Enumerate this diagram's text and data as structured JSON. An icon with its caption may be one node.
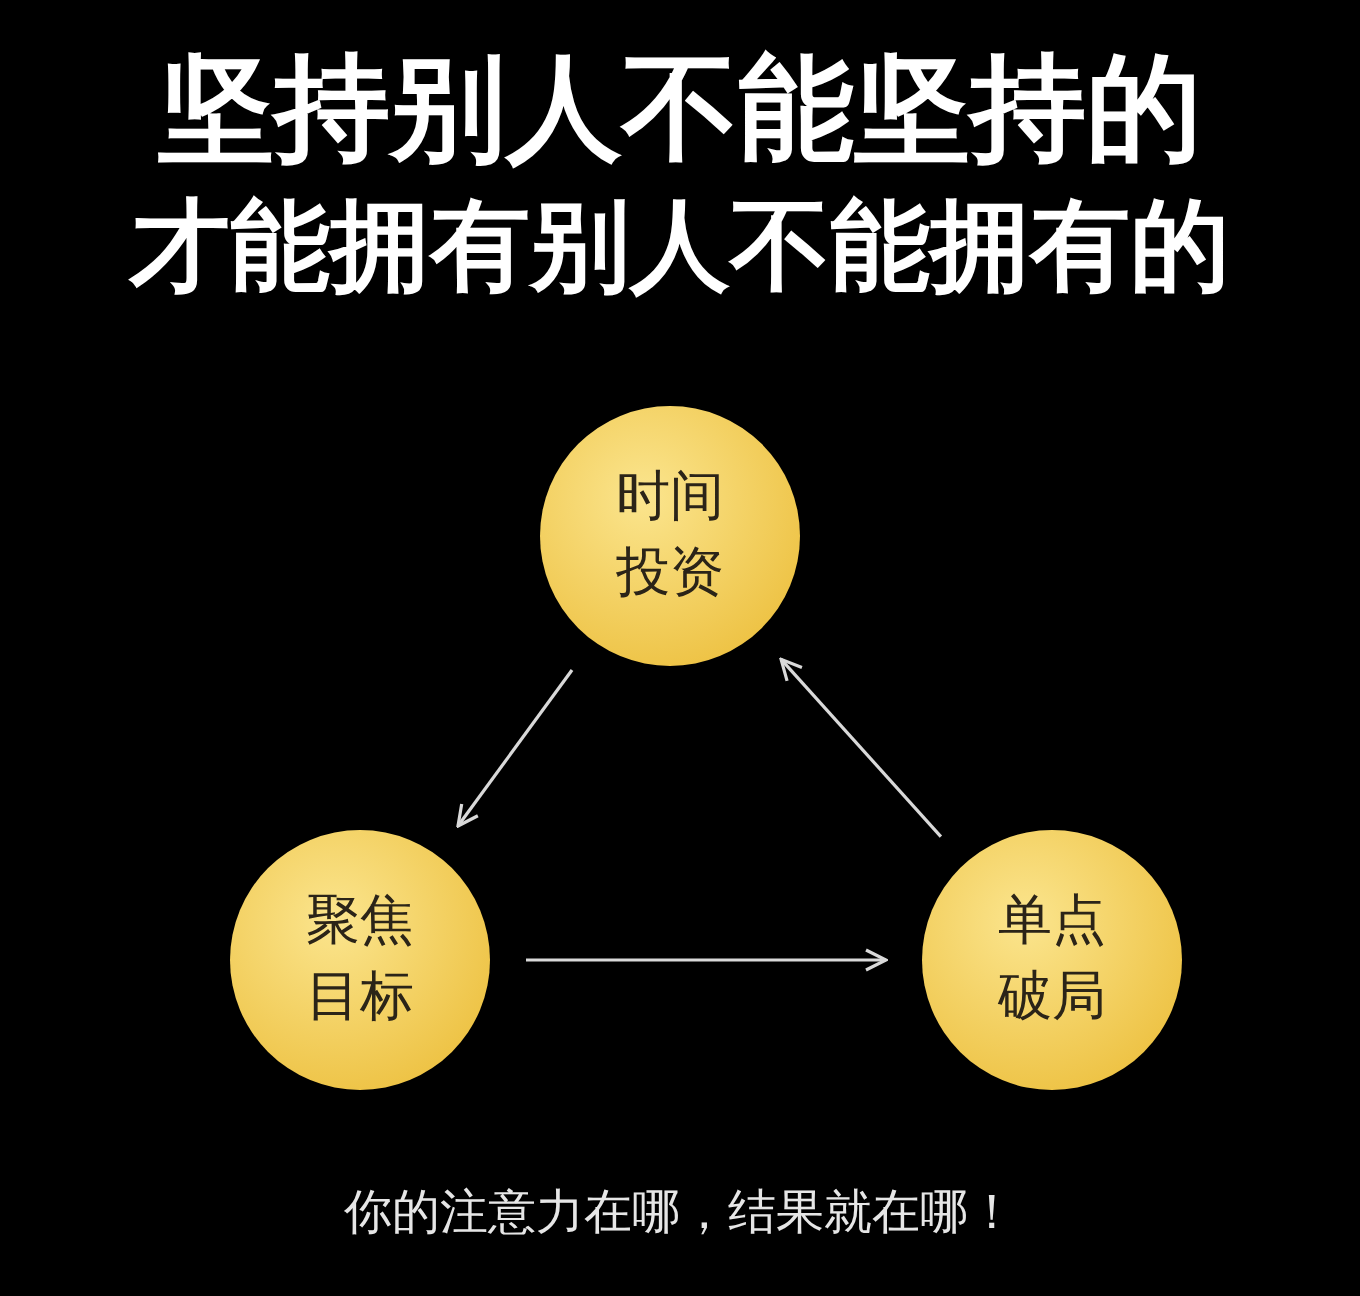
{
  "diagram": {
    "title": "坚持别人不能坚持的",
    "labels": [
      "才能拥有别人不能拥有的"
    ],
    "nodes": [
      {
        "text": [
          "时间投资"
        ]
      },
      {
        "text": [
          "聚焦目标"
        ]
      },
      {
        "text": [
          "单点破局"
        ]
      }
    ],
    "edges": [
      {
        "from": 0,
        "to": 1,
        "arrow": "to"
      },
      {
        "from": 1,
        "to": 2,
        "arrow": "to"
      },
      {
        "from": 2,
        "to": 0,
        "arrow": "to"
      }
    ],
    "caption": "你的注意力在哪，结果就在哪！"
  }
}
